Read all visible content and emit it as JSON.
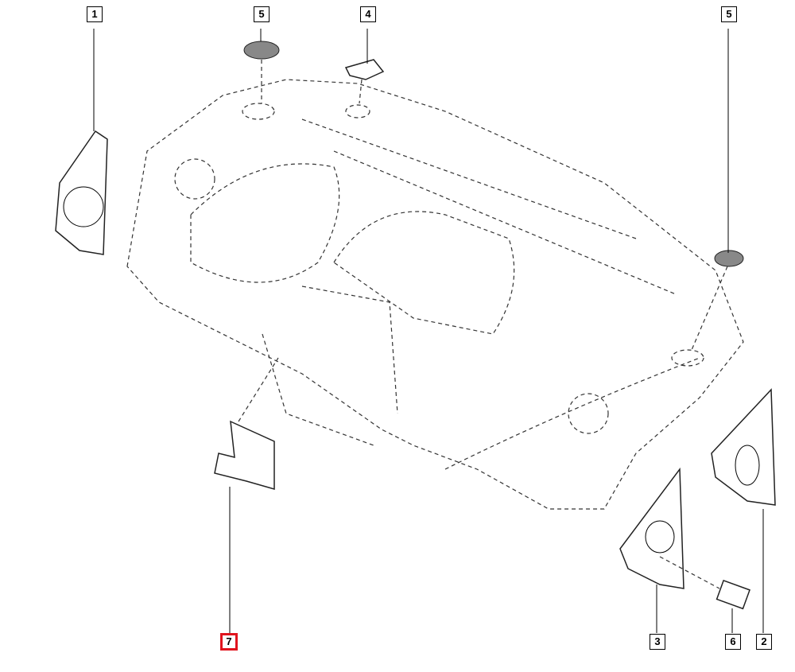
{
  "callouts": [
    {
      "id": "1",
      "label": "1",
      "selected": false
    },
    {
      "id": "5a",
      "label": "5",
      "selected": false
    },
    {
      "id": "4",
      "label": "4",
      "selected": false
    },
    {
      "id": "5b",
      "label": "5",
      "selected": false
    },
    {
      "id": "7",
      "label": "7",
      "selected": true
    },
    {
      "id": "3",
      "label": "3",
      "selected": false
    },
    {
      "id": "6",
      "label": "6",
      "selected": false
    },
    {
      "id": "2",
      "label": "2",
      "selected": false
    }
  ],
  "highlight_color": "#e0141e"
}
